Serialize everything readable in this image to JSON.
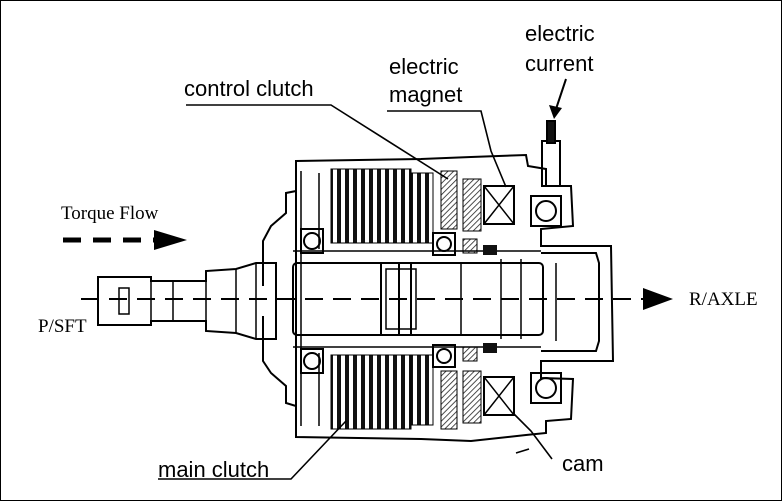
{
  "labels": {
    "control_clutch": "control clutch",
    "electric_magnet_1": "electric",
    "electric_magnet_2": "magnet",
    "electric_current_1": "electric",
    "electric_current_2": "current",
    "torque_flow": "Torque Flow",
    "input_shaft": "P/SFT",
    "output": "R/AXLE",
    "main_clutch": "main clutch",
    "cam": "cam"
  },
  "colors": {
    "ink": "#000000",
    "background": "#ffffff",
    "hatch": "#222222"
  }
}
